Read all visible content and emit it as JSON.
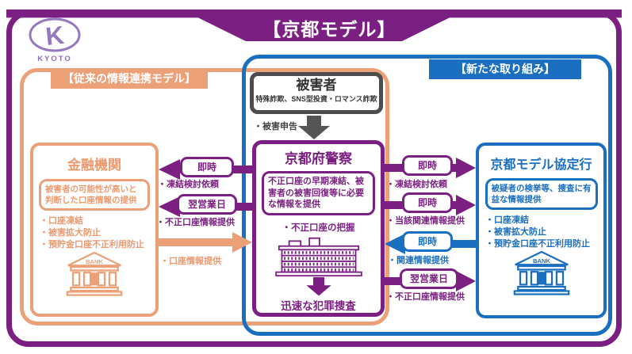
{
  "banner": {
    "title": "【京都モデル】"
  },
  "logo": {
    "caption": "KYOTO",
    "letter": "K"
  },
  "sections": {
    "legacy_label": "【従来の情報連携モデル】",
    "new_label": "【新たな取り組み】"
  },
  "victim": {
    "title": "被害者",
    "subtitle": "特殊詐欺、SNS型投資・ロマンス詐欺",
    "report": "・被害申告"
  },
  "police": {
    "title": "京都府警察",
    "note": "不正口座の早期凍結、被害者の被害回復等に必要な情報を提供",
    "grasp": "・不正口座の把握",
    "outcome": "迅速な犯罪捜査"
  },
  "bank": {
    "title": "金融機関",
    "note": "被害者の可能性が高いと判断した口座情報の提供",
    "effects": [
      "・口座凍結",
      "・被害拡大防止",
      "・預貯金口座不正利用防止"
    ],
    "icon_label": "BANK"
  },
  "partner": {
    "title": "京都モデル協定行",
    "note": "被疑者の検挙等、捜査に有益な情報提供",
    "effects": [
      "・口座凍結",
      "・被害拡大防止",
      "・預貯金口座不正利用防止"
    ],
    "icon_label": "BANK"
  },
  "flows": {
    "police_to_bank_1": {
      "timing": "即時",
      "label": "・凍結検討依頼"
    },
    "police_to_bank_2": {
      "timing": "翌営業日",
      "label": "・不正口座情報提供"
    },
    "bank_to_police": {
      "label": "・口座情報提供"
    },
    "police_to_partner_1": {
      "timing": "即時",
      "label": "・凍結検討依頼"
    },
    "police_to_partner_2": {
      "timing": "即時",
      "label": "・当該関連情報提供"
    },
    "partner_to_police": {
      "timing": "即時",
      "label": "・関連情報提供"
    },
    "police_to_partner_3": {
      "timing": "翌営業日",
      "label": "・不正口座情報提供"
    }
  },
  "colors": {
    "purple": "#7B2082",
    "orange": "#ECA077",
    "blue": "#1B6FC0",
    "gray": "#4D4D4D",
    "logo_purple": "#9678BE"
  }
}
